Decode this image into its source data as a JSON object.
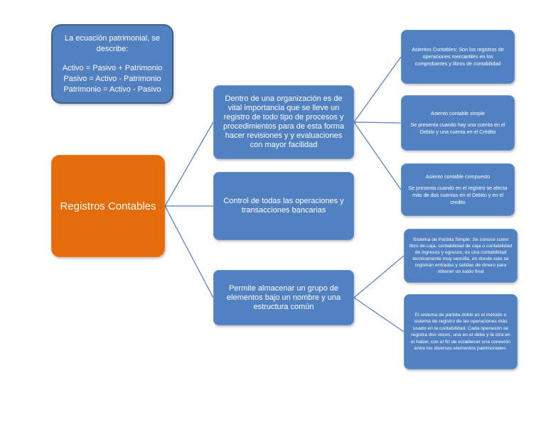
{
  "equation_box": {
    "line1": "La ecuación patrimonial, se",
    "line2": "describe:",
    "formula1": "Activo = Pasivo + Patrimonio",
    "formula2": "Pasivo = Activo - Patrimonio",
    "formula3": "Patrimonio = Activo - Pasivo"
  },
  "main_topic": "Registros Contables",
  "middle": [
    "Dentro de una organización es de vital importancia que se lleve un registro de todo tipo de  procesos y procedimientos para de esta forma hacer revisiones y y evaluaciones con mayor facilidad",
    "Control de todas las operaciones y transacciones bancarias",
    "Permite almacenar un grupo de elementos bajo un nombre y una estructura común"
  ],
  "right": [
    {
      "title": "",
      "text": "Asientos Contables; Son los registros de operaciones mercantiles  en los comprobantes y libros de contabilidad"
    },
    {
      "title": "Asiento contable simple",
      "text": "Se presenta cuando hay una cuenta en el Debito  y una cuenta en el Crédito"
    },
    {
      "title": "Asiento contable compuesto",
      "text": "Se presenta cuando en el registro se afecta más  de dos cuentas en el Debito y en el credito"
    },
    {
      "title": "",
      "text": "Sistema  de  Partida Simple: Se conoce como libro  de  caja, contabilidad de caja o contabilidad de ingresos y egresos, es una contabilidad técnicamente muy sencilla, en donde solo se registran entradas y salidas de dinero para obtener un saldo final"
    },
    {
      "title": "",
      "text": "El sistema de partida doble es el método o sistema de registro de las operaciones más usado en la contabilidad. Cada operación se registra dos veces, una en el debe y la otra en el haber, con el fin de establecer una conexión entre los diversos elementos patrimoniales."
    }
  ]
}
